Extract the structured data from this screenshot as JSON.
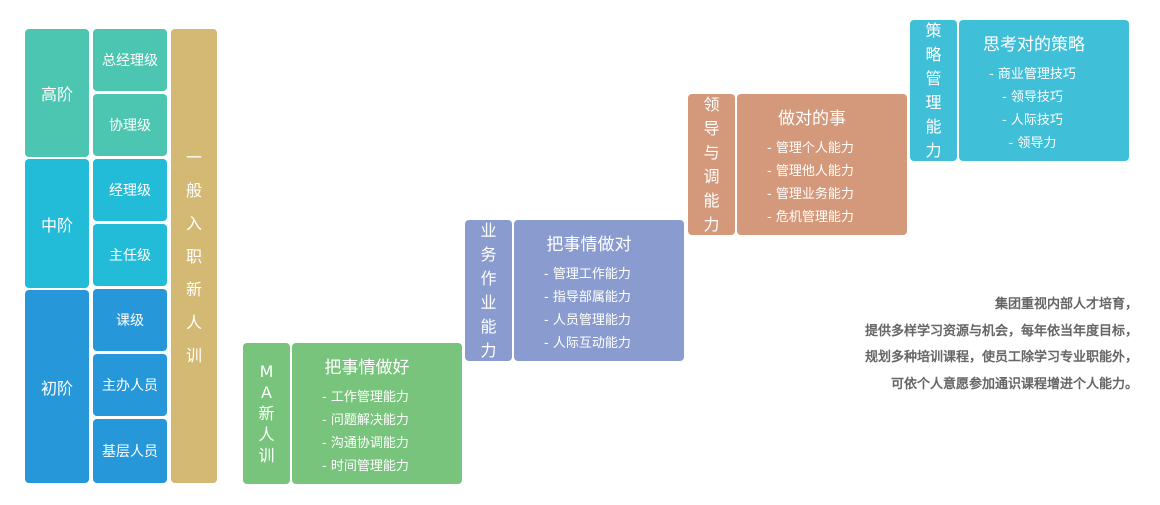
{
  "levels": [
    {
      "label": "高阶",
      "color": "#4cc6b0",
      "subs": [
        "总经理级",
        "协理级"
      ]
    },
    {
      "label": "中阶",
      "color": "#22bcd9",
      "subs": [
        "经理级",
        "主任级"
      ]
    },
    {
      "label": "初阶",
      "color": "#2698d9",
      "subs": [
        "课级",
        "主办人员",
        "基层人员"
      ]
    }
  ],
  "general": {
    "label": "一般入职新人训",
    "color": "#d4b974"
  },
  "steps": [
    {
      "label": "MA新人训",
      "title": "把事情做好",
      "color": "#78c47c",
      "items": [
        "工作管理能力",
        "问题解决能力",
        "沟通协调能力",
        "时间管理能力"
      ]
    },
    {
      "label": "业务作业能力",
      "title": "把事情做对",
      "color": "#8a9ccf",
      "items": [
        "管理工作能力",
        "指导部属能力",
        "人员管理能力",
        "人际互动能力"
      ]
    },
    {
      "label": "领导与调能力",
      "title": "做对的事",
      "color": "#d4987a",
      "items": [
        "管理个人能力",
        "管理他人能力",
        "管理业务能力",
        "危机管理能力"
      ]
    },
    {
      "label": "策略管理能力",
      "title": "思考对的策略",
      "color": "#40bfd8",
      "items": [
        "商业管理技巧",
        "领导技巧",
        "人际技巧",
        "领导力"
      ]
    }
  ],
  "description": [
    "集团重视内部人才培育，",
    "提供多样学习资源与机会，每年依当年度目标，",
    "规划多种培训课程，使员工除学习专业职能外，",
    "可依个人意愿参加通识课程增进个人能力。"
  ]
}
